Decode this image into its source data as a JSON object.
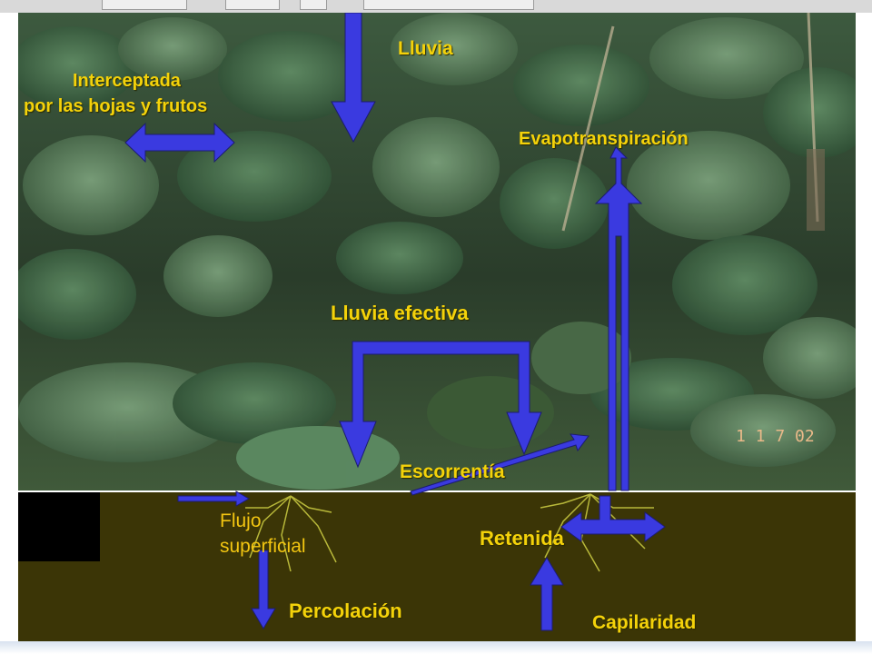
{
  "labels": {
    "lluvia": "Lluvia",
    "interceptada_1": "Interceptada",
    "interceptada_2": "por las hojas y frutos",
    "evapotranspiracion": "Evapotranspiración",
    "lluvia_efectiva": "Lluvia efectiva",
    "escorrentia": "Escorrentía",
    "flujo_1": "Flujo",
    "flujo_2": "superficial",
    "retenida": "Retenida",
    "percolacion": "Percolación",
    "capilaridad": "Capilaridad",
    "date_stamp": "1 1   7 02"
  },
  "colors": {
    "arrow": "#3a3ae0",
    "label_text": "#f4d20a",
    "soil": "#3b3506",
    "roots": "#b8b83a"
  },
  "icons": [
    "double-arrow-icon",
    "down-arrow-icon",
    "up-arrow-icon",
    "right-arrow-icon"
  ]
}
